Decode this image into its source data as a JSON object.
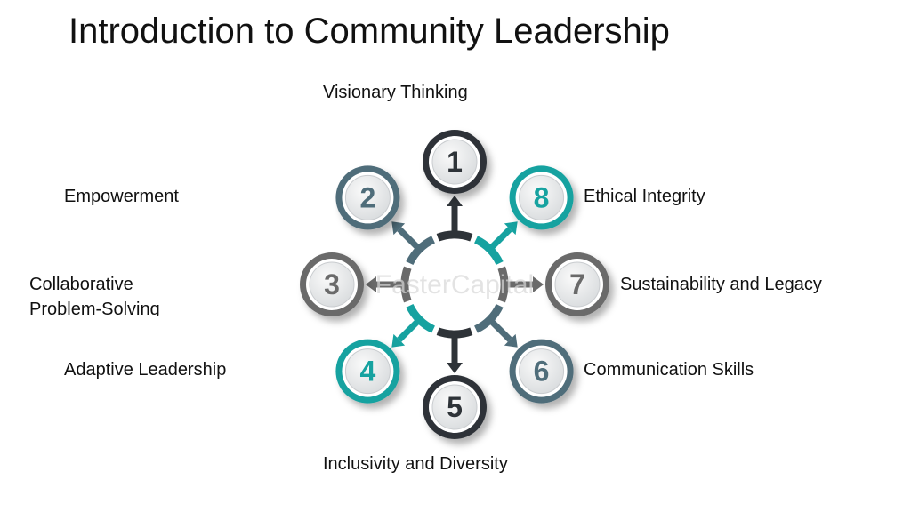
{
  "title": "Introduction to Community Leadership",
  "watermark": "FasterCapital",
  "colors": {
    "dark": "#2e3338",
    "slate": "#4f6d7a",
    "grey": "#6a6a6a",
    "teal": "#16a2a0"
  },
  "items": [
    {
      "number": "1",
      "label": "Visionary Thinking",
      "color": "dark"
    },
    {
      "number": "2",
      "label": "Empowerment",
      "color": "slate"
    },
    {
      "number": "3",
      "label_line1": "Collaborative",
      "label_line2": "Problem-Solving",
      "color": "grey"
    },
    {
      "number": "4",
      "label": "Adaptive Leadership",
      "color": "teal"
    },
    {
      "number": "5",
      "label": "Inclusivity and Diversity",
      "color": "dark"
    },
    {
      "number": "6",
      "label": "Communication Skills",
      "color": "slate"
    },
    {
      "number": "7",
      "label": "Sustainability and Legacy",
      "color": "grey"
    },
    {
      "number": "8",
      "label": "Ethical Integrity",
      "color": "teal"
    }
  ]
}
